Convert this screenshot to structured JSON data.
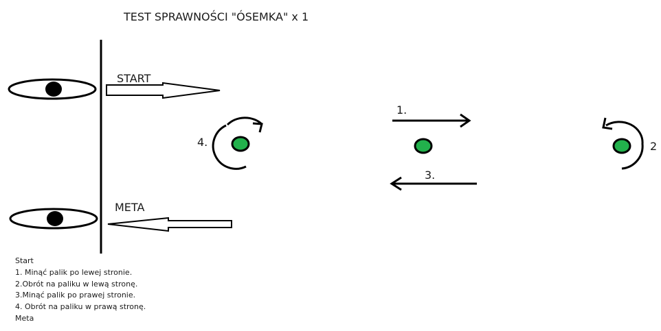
{
  "title": "TEST SPRAWNOŚCI \"ÓSEMKA\" x 1",
  "labels": {
    "start": "START",
    "meta": "META",
    "step1": "1.",
    "step2": "2",
    "step3": "3.",
    "step4": "4."
  },
  "legend": [
    "Start",
    "1. Minąć palik po lewej stronie.",
    "2.Obrót na paliku w lewą stronę.",
    "3.Minąć palik po prawej stronie.",
    "4. Obrót na paliku w prawą stronę.",
    "Meta"
  ],
  "colors": {
    "stake_fill": "#22b14c",
    "line": "#000000"
  },
  "icons": [
    "eye-icon",
    "stake-marker",
    "arrow"
  ]
}
